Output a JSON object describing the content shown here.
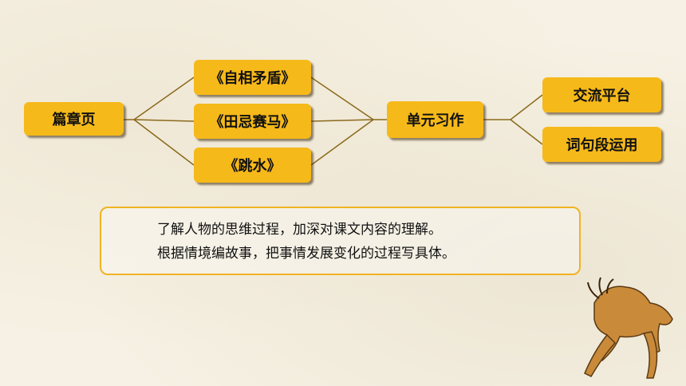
{
  "nodes": {
    "root": "篇章页",
    "lesson1": "《自相矛盾》",
    "lesson2": "《田忌赛马》",
    "lesson3": "《跳水》",
    "writing": "单元习作",
    "exchange": "交流平台",
    "words": "词句段运用"
  },
  "goals": [
    "了解人物的思维过程，加深对课文内容的理解。",
    "根据情境编故事，把事情发展变化的过程写具体。"
  ],
  "colors": {
    "node_fill": "#f6b91a",
    "line": "#8a6a1c",
    "note_border": "#f0b323"
  }
}
